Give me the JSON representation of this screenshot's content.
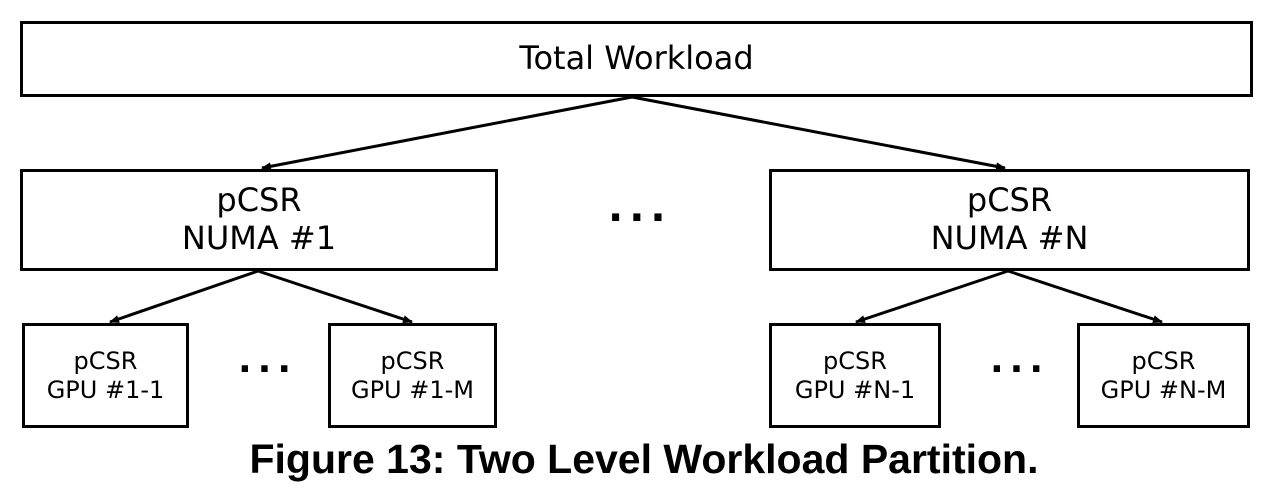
{
  "root": {
    "label": "Total Workload"
  },
  "numa": [
    {
      "line1": "pCSR",
      "line2": "NUMA #1"
    },
    {
      "line1": "pCSR",
      "line2": "NUMA #N"
    }
  ],
  "gpus": [
    {
      "line1": "pCSR",
      "line2": "GPU #1-1"
    },
    {
      "line1": "pCSR",
      "line2": "GPU #1-M"
    },
    {
      "line1": "pCSR",
      "line2": "GPU #N-1"
    },
    {
      "line1": "pCSR",
      "line2": "GPU #N-M"
    }
  ],
  "ellipsis": "...",
  "caption": "Figure 13: Two Level Workload Partition."
}
